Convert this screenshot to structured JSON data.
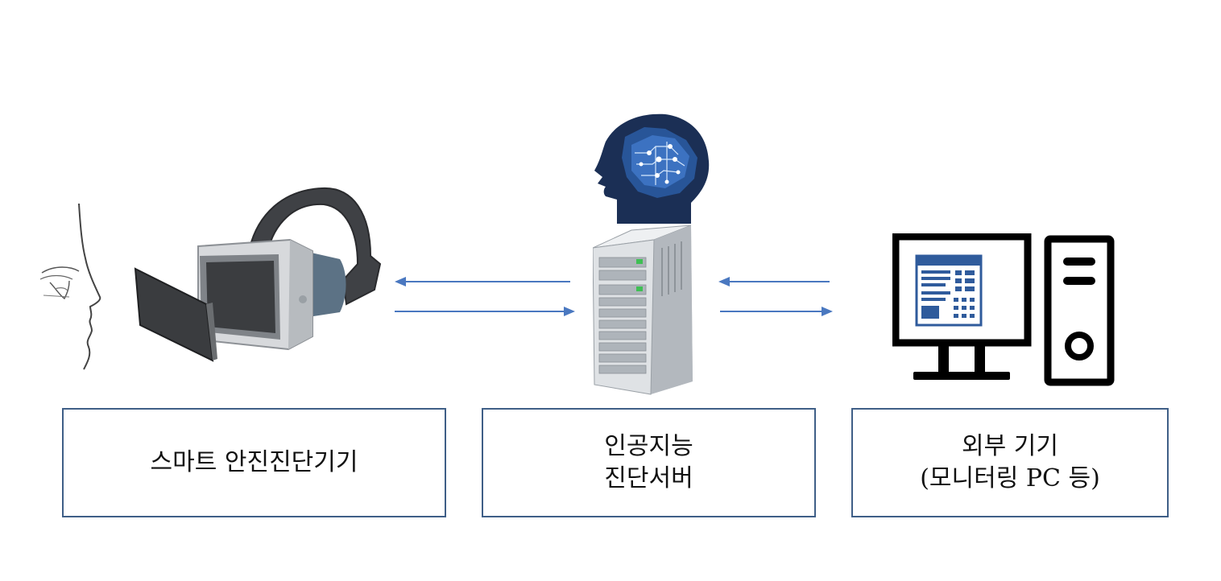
{
  "nodes": [
    {
      "lines": [
        "스마트 안진진단기기"
      ]
    },
    {
      "lines": [
        "인공지능",
        "진단서버"
      ]
    },
    {
      "lines": [
        "외부 기기",
        "(모니터링 PC 등)"
      ]
    }
  ],
  "icons": {
    "face": "face-profile-icon",
    "vr": "vr-headset-icon",
    "brain": "ai-brain-icon",
    "server": "server-tower-icon",
    "monitor": "monitor-icon",
    "pc": "pc-tower-icon"
  },
  "colors": {
    "arrow": "#4a78c0",
    "box_border": "#3f5f87",
    "brain_dark": "#1b2f55",
    "monitor_accent": "#2f5b9c"
  }
}
